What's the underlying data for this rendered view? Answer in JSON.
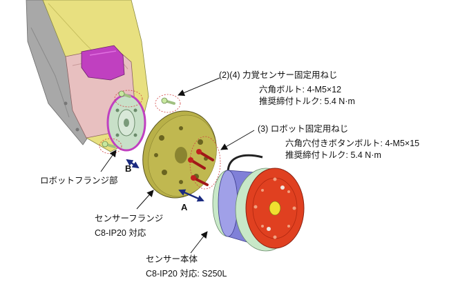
{
  "labels": {
    "bolt_set_1": {
      "title": "(2)(4) 力覚センサー固定用ねじ",
      "line1": "六角ボルト: 4-M5×12",
      "line2": "推奨締付トルク: 5.4 N·m"
    },
    "bolt_set_2": {
      "title": "(3) ロボット固定用ねじ",
      "line1": "六角穴付きボタンボルト: 4-M5×15",
      "line2": "推奨締付トルク: 5.4 N·m"
    },
    "robot_flange": "ロボットフランジ部",
    "sensor_flange": {
      "title": "センサーフランジ",
      "sub": "C8-IP20 対応"
    },
    "sensor_body": {
      "title": "センサー本体",
      "sub": "C8-IP20 対応: S250L"
    },
    "arrow_a": "A",
    "arrow_b": "B"
  },
  "colors": {
    "robot_yellow": "#e8e080",
    "robot_gray": "#a8a8a8",
    "robot_pink": "#e8c0c0",
    "robot_magenta": "#c040c0",
    "flange_olive": "#b8b048",
    "sensor_blue": "#8080d8",
    "sensor_red": "#e04020",
    "sensor_mint": "#c8e8c8",
    "arrow_navy": "#1a2a80",
    "bolt_red": "#a01818",
    "bolt_green": "#c8e8a0"
  }
}
